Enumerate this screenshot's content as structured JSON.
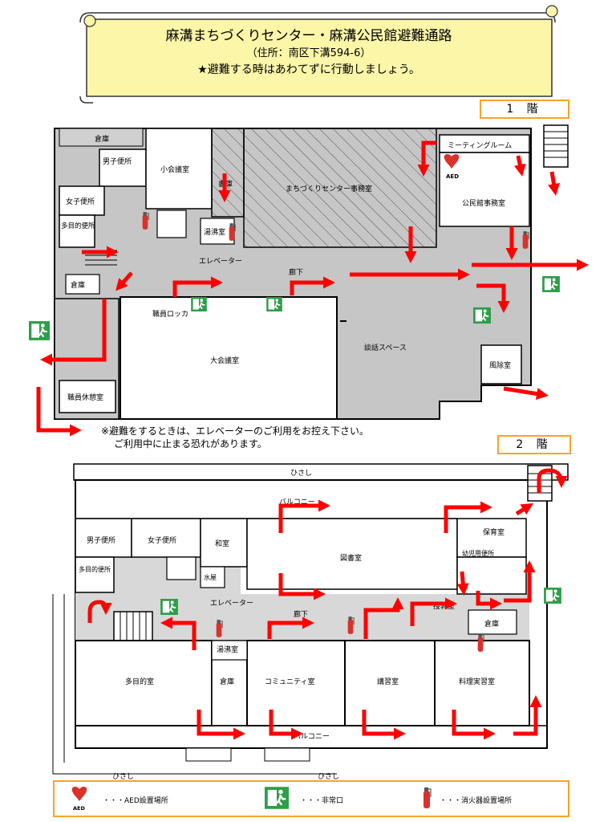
{
  "banner": {
    "title": "麻溝まちづくりセンター・麻溝公民館避難通路",
    "address": "（住所：南区下溝594-6）",
    "slogan": "★避難する時はあわてずに行動しましょう。"
  },
  "floor1": {
    "label": "1 階",
    "rooms": {
      "storage_top": "倉庫",
      "mens_toilet": "男子便所",
      "womens_toilet": "女子便所",
      "multipurpose_toilet": "多目的便所",
      "storage_left": "倉庫",
      "small_meeting": "小会議室",
      "library_store": "書庫",
      "kettle_room": "湯沸室",
      "elevator": "エレベーター",
      "center_office": "まちづくりセンター事務室",
      "meeting_room": "ミーティングルーム",
      "kominkan_office": "公民館事務室",
      "corridor": "廊下",
      "staff_locker": "職員ロッカ",
      "great_hall": "大会議室",
      "lounge": "談話スペース",
      "windbreak": "風除室",
      "staff_rest": "職員休憩室",
      "aed": "AED"
    },
    "note_line1": "※避難をするときは、エレベーターのご利用をお控え下さい。",
    "note_line2": "ご利用中に止まる恐れがあります。"
  },
  "floor2": {
    "label": "2 階",
    "rooms": {
      "eaves_top": "ひさし",
      "balcony_top": "バルコニー",
      "mens_toilet": "男子便所",
      "womens_toilet": "女子便所",
      "japanese_room": "和室",
      "water_room": "水屋",
      "multipurpose_toilet": "多目的便所",
      "elevator": "エレベーター",
      "library": "図書室",
      "nursery": "保育室",
      "child_toilet": "幼児用便所",
      "nursing_room": "授乳室",
      "storage_right": "倉庫",
      "corridor": "廊下",
      "kettle_room": "湯沸室",
      "multipurpose_room": "多目的室",
      "storage_mid": "倉庫",
      "community_room": "コミュニティ室",
      "lecture_room": "講習室",
      "cooking_room": "料理実習室",
      "balcony_bottom": "バルコニー",
      "eaves_bottom_left": "ひさし",
      "eaves_bottom_right": "ひさし"
    }
  },
  "legend": {
    "aed_label": "・・・AED設置場所",
    "exit_label": "・・・非常口",
    "extinguisher_label": "・・・消火器設置場所",
    "aed_icon_text": "AED"
  },
  "colors": {
    "arrow": "#ff0000",
    "exit_sign": "#2e9e4a",
    "extinguisher": "#d8322a",
    "banner_bg": "#fbf6a8",
    "floor_gray": "#c6c6c6",
    "outline_orange": "#f5a32b"
  }
}
